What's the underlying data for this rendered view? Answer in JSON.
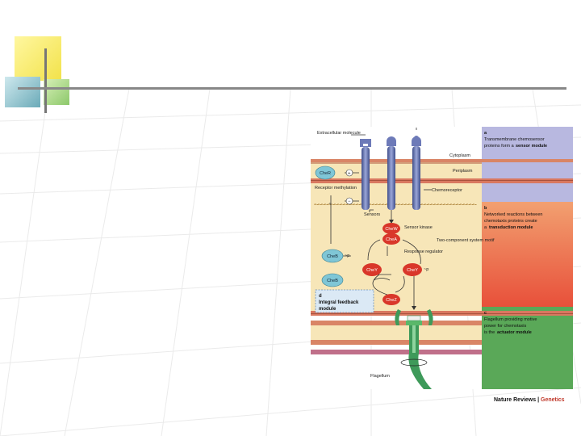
{
  "figure": {
    "labels": {
      "extracellular": "Extracellular molecule",
      "cytoplasm": "Cytoplasm",
      "periplasm": "Periplasm",
      "chemoreceptor": "Chemoreceptor",
      "receptor_methylation": "Receptor methylation",
      "plus": "+",
      "minus": "−",
      "sensors": "Sensors",
      "sensor_kinase": "Sensor kinase",
      "response_regulator": "Response regulator",
      "two_component": "Two-component system motif",
      "p1": "~p",
      "p2": "~p",
      "flagellum": "Flagellum"
    },
    "proteins": {
      "cher": "CheR",
      "chew": "CheW",
      "chea": "CheA",
      "cheb_p": "CheB",
      "cheb": "CheB",
      "chey_left": "CheY",
      "chey_right": "CheY",
      "chez": "CheZ"
    },
    "module_d": {
      "letter": "d",
      "line1": "Integral feedback",
      "line2": "module"
    },
    "panel_a": {
      "letter": "a",
      "line1": "Transmembrane chemosensor",
      "line2": "proteins form a",
      "bold": "sensor module"
    },
    "panel_b": {
      "letter": "b",
      "line1": "Networked reactions between",
      "line2": "chemotaxis proteins create",
      "line3": "a",
      "bold": "transduction module"
    },
    "panel_c": {
      "letter": "c",
      "line1": "Flagellum providing motive",
      "line2": "power for chemotaxis",
      "line3": "is the",
      "bold": "actuator module"
    }
  },
  "credit": {
    "journal": "Nature Reviews",
    "separator": " | ",
    "section": "Genetics"
  },
  "colors": {
    "panel_a": "#b8b8e0",
    "panel_b_top": "#f2a070",
    "panel_b_bottom": "#e8503a",
    "panel_c": "#5aa858",
    "cytoplasm": "#f7e6b8",
    "protein_red": "#d9372a",
    "protein_blue": "#7fc6d6",
    "flagellum": "#3e9a5a"
  }
}
